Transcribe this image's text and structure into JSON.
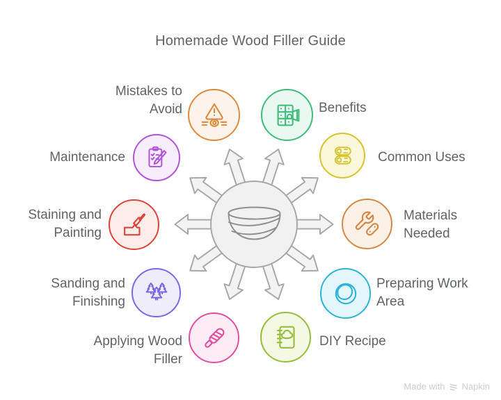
{
  "title": "Homemade Wood Filler Guide",
  "center": {
    "icon": "mixing-bowl-icon",
    "fill": "#f1f1f1",
    "stroke": "#a8a8a8",
    "icon_color": "#8f8f8f",
    "arrow_count": 10
  },
  "nodes": [
    {
      "label": "Mistakes to Avoid",
      "icon": "warning-spill-icon",
      "color": "#de8a3e",
      "bg": "#fcf4ea"
    },
    {
      "label": "Benefits",
      "icon": "cabinet-icon",
      "color": "#3fbc7c",
      "bg": "#e9f8f0"
    },
    {
      "label": "Common Uses",
      "icon": "wood-logs-icon",
      "color": "#d8c32f",
      "bg": "#fbf7db"
    },
    {
      "label": "Materials Needed",
      "icon": "tools-icon",
      "color": "#d58743",
      "bg": "#fbf1e7"
    },
    {
      "label": "Preparing Work Area",
      "icon": "work-area-icon",
      "color": "#29b4d8",
      "bg": "#e4f6fb"
    },
    {
      "label": "DIY Recipe",
      "icon": "recipe-book-icon",
      "color": "#97be3b",
      "bg": "#f4f8e4"
    },
    {
      "label": "Applying Wood Filler",
      "icon": "filler-tool-icon",
      "color": "#de509f",
      "bg": "#fdecf5"
    },
    {
      "label": "Sanding and Finishing",
      "icon": "pine-trees-icon",
      "color": "#7a68e2",
      "bg": "#efedfb"
    },
    {
      "label": "Staining and Painting",
      "icon": "paint-brush-icon",
      "color": "#dc4538",
      "bg": "#fcedeb"
    },
    {
      "label": "Maintenance",
      "icon": "clipboard-icon",
      "color": "#b153d9",
      "bg": "#f8eefb"
    }
  ],
  "watermark": {
    "prefix": "Made with",
    "brand": "Napkin",
    "color": "#c9ced3"
  }
}
